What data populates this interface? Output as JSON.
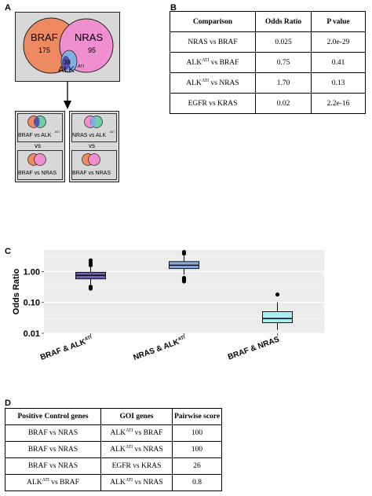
{
  "panels": {
    "a": "A",
    "b": "B",
    "c": "C",
    "d": "D"
  },
  "venn": {
    "braf_label": "BRAF",
    "braf_count": "175",
    "nras_label": "NRAS",
    "nras_count": "95",
    "overlap_count": "38",
    "alk_label": "ALK",
    "alk_sup": "ATI"
  },
  "mini_venns": {
    "vs": "vs",
    "left_top": {
      "text": "BRAF vs ALK",
      "sup": "ATI"
    },
    "right_top": {
      "text": "NRAS vs ALK",
      "sup": "ATI"
    },
    "left_bottom": {
      "text": "BRAF vs NRAS"
    },
    "right_bottom": {
      "text": "BRAF vs NRAS"
    }
  },
  "table_b": {
    "headers": [
      "Comparison",
      "Odds Ratio",
      "P value"
    ],
    "rows": [
      {
        "comparison": "NRAS vs BRAF",
        "sup": "",
        "suffix": "",
        "odds": "0.025",
        "p": "2.0e-29"
      },
      {
        "comparison": "ALK",
        "sup": "ATI",
        "suffix": " vs BRAF",
        "odds": "0.75",
        "p": "0.41"
      },
      {
        "comparison": "ALK",
        "sup": "ATI",
        "suffix": " vs NRAS",
        "odds": "1.70",
        "p": "0.13"
      },
      {
        "comparison": "EGFR vs KRAS",
        "sup": "",
        "suffix": "",
        "odds": "0.02",
        "p": "2.2e-16"
      }
    ]
  },
  "chart_data": {
    "type": "box",
    "ylabel": "Odds Ratio",
    "yscale": "log",
    "ylim": [
      0.01,
      5
    ],
    "yticks": [
      "1.00",
      "0.10",
      "0.01"
    ],
    "ytick_values": [
      1.0,
      0.1,
      0.01
    ],
    "categories": [
      "BRAF & ALK",
      "NRAS & ALK",
      "BRAF & NRAS"
    ],
    "category_sups": [
      "ATI",
      "ATI",
      ""
    ],
    "boxes": [
      {
        "color": "#6f5bb8",
        "whisker_low": 0.38,
        "q1": 0.58,
        "median": 0.75,
        "q3": 0.95,
        "whisker_high": 1.45,
        "outliers": [
          0.28,
          0.32,
          1.6,
          1.9,
          2.3
        ]
      },
      {
        "color": "#8aa9d6",
        "whisker_low": 0.8,
        "q1": 1.25,
        "median": 1.6,
        "q3": 2.1,
        "whisker_high": 3.2,
        "outliers": [
          0.48,
          0.55,
          0.62,
          3.8,
          4.3
        ]
      },
      {
        "color": "#a8eef6",
        "whisker_low": 0.013,
        "q1": 0.022,
        "median": 0.03,
        "q3": 0.05,
        "whisker_high": 0.1,
        "outliers": [
          0.18
        ]
      }
    ]
  },
  "table_d": {
    "headers": [
      "Positive Control genes",
      "GOI genes",
      "Pairwise score"
    ],
    "rows": [
      {
        "pc": "BRAF vs NRAS",
        "pc_sup": "",
        "pc_suffix": "",
        "goi": "ALK",
        "goi_sup": "ATI",
        "goi_suffix": " vs BRAF",
        "score": "100"
      },
      {
        "pc": "BRAF vs NRAS",
        "pc_sup": "",
        "pc_suffix": "",
        "goi": "ALK",
        "goi_sup": "ATI",
        "goi_suffix": " vs NRAS",
        "score": "100"
      },
      {
        "pc": "BRAF vs NRAS",
        "pc_sup": "",
        "pc_suffix": "",
        "goi": "EGFR vs KRAS",
        "goi_sup": "",
        "goi_suffix": "",
        "score": "26"
      },
      {
        "pc": "ALK",
        "pc_sup": "ATI",
        "pc_suffix": " vs BRAF",
        "goi": "ALK",
        "goi_sup": "ATI",
        "goi_suffix": " vs NRAS",
        "score": "0.8"
      }
    ]
  }
}
